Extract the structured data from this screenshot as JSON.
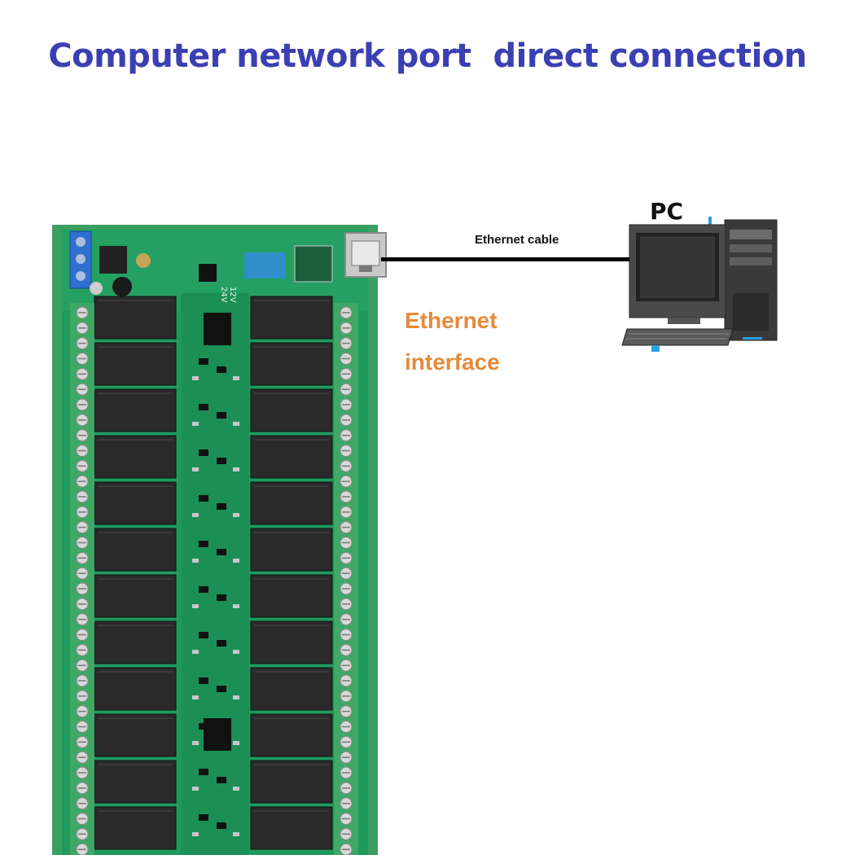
{
  "title": "Computer network port  direct connection",
  "pc_label": "PC",
  "cable_label": "Ethernet cable",
  "interface_label": {
    "line1": "Ethernet",
    "line2": "interface"
  },
  "board": {
    "relay_rows_per_side": 12,
    "terminal_count_per_side": 36,
    "voltage_marks": [
      "12V",
      "24V"
    ]
  },
  "colors": {
    "title": "#3c3fb3",
    "interface": "#e58a3a",
    "pcb": "#1f9a5c",
    "terminal": "#3fa866",
    "relay": "#2a2a2a",
    "connector_blue": "#2f6fcf"
  },
  "icons": {
    "pc": "desktop-computer-icon",
    "port": "rj45-port-icon"
  }
}
